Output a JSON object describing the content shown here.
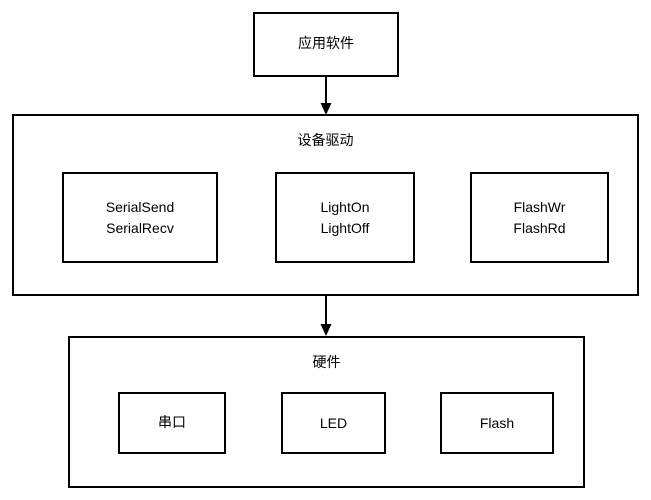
{
  "diagram": {
    "title": "",
    "colors": {
      "stroke": "#000000",
      "fill": "#ffffff",
      "text": "#000000"
    },
    "layers": {
      "application": {
        "label": "应用软件"
      },
      "device_driver": {
        "title": "设备驱动",
        "modules": [
          {
            "name": "serial-driver",
            "label": "SerialSend\nSerialRecv"
          },
          {
            "name": "light-driver",
            "label": "LightOn\nLightOff"
          },
          {
            "name": "flash-driver",
            "label": "FlashWr\nFlashRd"
          }
        ]
      },
      "hardware": {
        "title": "硬件",
        "devices": [
          {
            "name": "serial-port",
            "label": "串口"
          },
          {
            "name": "led",
            "label": "LED"
          },
          {
            "name": "flash",
            "label": "Flash"
          }
        ]
      }
    },
    "connections": [
      {
        "name": "app-to-driver",
        "from": "应用软件",
        "to": "设备驱动",
        "style": "arrow-down"
      },
      {
        "name": "driver-to-hardware",
        "from": "设备驱动",
        "to": "硬件",
        "style": "arrow-down"
      }
    ]
  }
}
